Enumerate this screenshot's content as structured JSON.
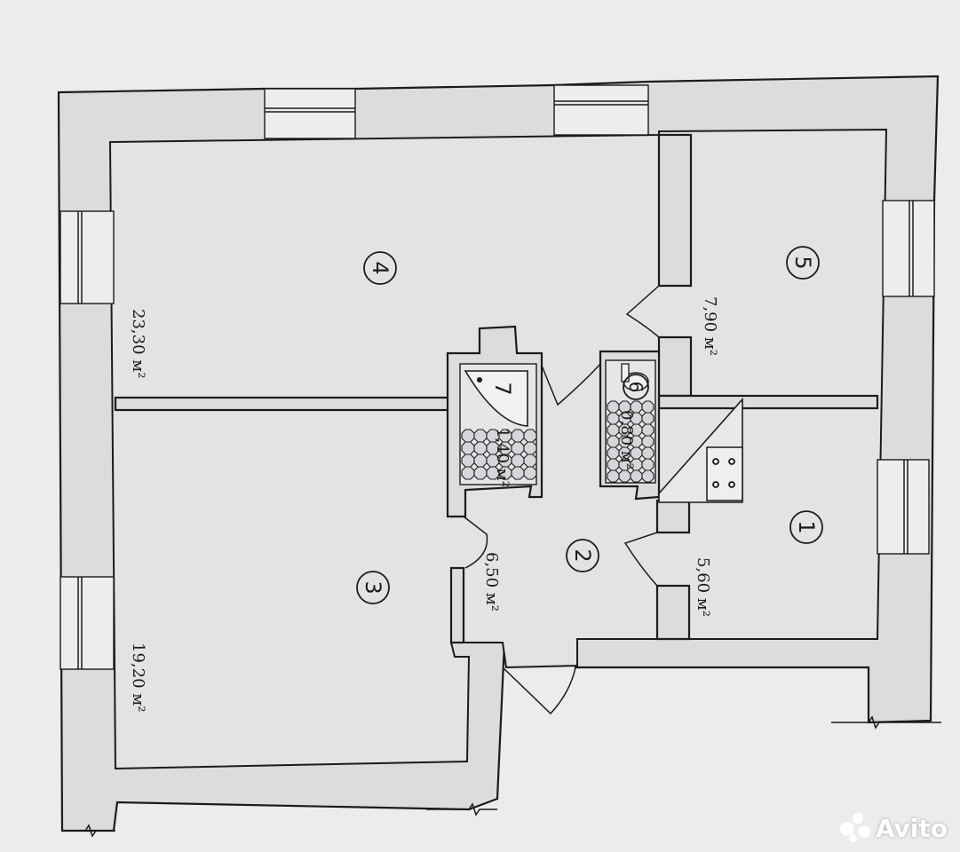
{
  "rooms": [
    {
      "id": "1",
      "area": "5,60 м²"
    },
    {
      "id": "2",
      "area": "6,50 м²"
    },
    {
      "id": "3",
      "area": "19,20 м²"
    },
    {
      "id": "4",
      "area": "23,30 м²"
    },
    {
      "id": "5",
      "area": "7,90 м²"
    },
    {
      "id": "6",
      "area": "0,80 м²"
    },
    {
      "id": "7",
      "area": "1,40 м²"
    }
  ],
  "watermark": {
    "text": "Avito"
  }
}
